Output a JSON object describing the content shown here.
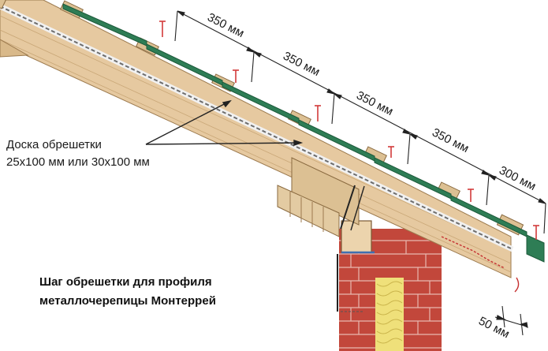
{
  "callout": {
    "line1": "Доска обрешетки",
    "line2": "25x100 мм или 30x100 мм"
  },
  "caption": {
    "line1": "Шаг обрешетки для профиля",
    "line2": "металлочерепицы Монтеррей"
  },
  "dimensions": [
    {
      "label": "350 мм"
    },
    {
      "label": "350 мм"
    },
    {
      "label": "350 мм"
    },
    {
      "label": "350 мм"
    },
    {
      "label": "300 мм"
    },
    {
      "label": "50 мм"
    }
  ],
  "colors": {
    "sheet": "#2e7d55",
    "rafter": "#e6c9a0",
    "batten": "#dcc093",
    "brick": "#c2473b",
    "insulation": "#efe07a",
    "screw": "#d23a3a"
  }
}
